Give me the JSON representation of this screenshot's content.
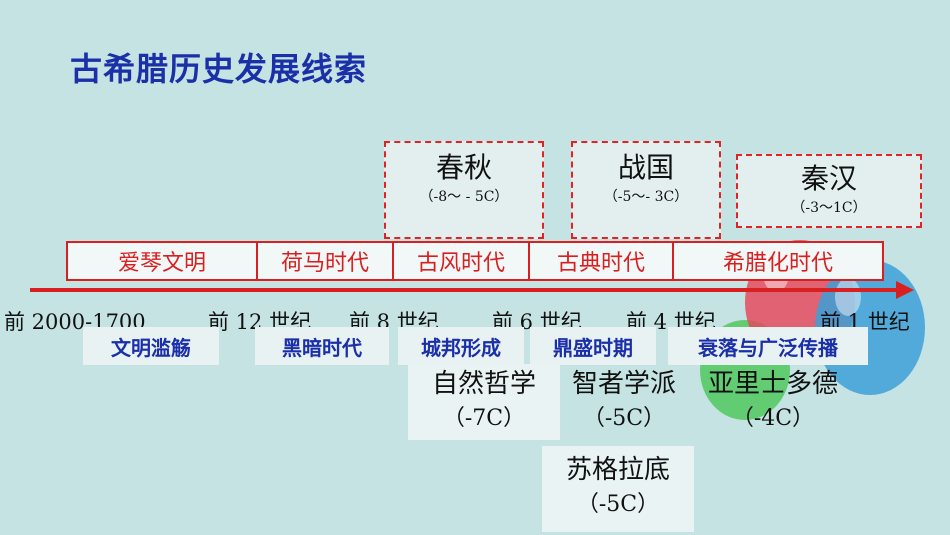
{
  "title": "古希腊历史发展线索",
  "dynasties": [
    {
      "name": "春秋",
      "period": "（-8～ - 5C）"
    },
    {
      "name": "战国",
      "period": "（-5～- 3C）"
    },
    {
      "name": "秦汉",
      "period": "（-3～1C）"
    }
  ],
  "eras": [
    "爱琴文明",
    "荷马时代",
    "古风时代",
    "古典时代",
    "希腊化时代"
  ],
  "ticks": [
    "前 2000-1700",
    "前 12 世纪",
    "前 8 世纪",
    "前 6 世纪",
    "前 4 世纪",
    "前 1 世纪"
  ],
  "characteristics": [
    "文明滥觞",
    "黑暗时代",
    "城邦形成",
    "鼎盛时期",
    "衰落与广泛传播"
  ],
  "philosophy": [
    {
      "name": "自然哲学",
      "year": "（-7C）"
    },
    {
      "name": "智者学派",
      "year": "（-5C）"
    },
    {
      "name": "亚里士多德",
      "year": "（-4C）"
    },
    {
      "name": "苏格拉底",
      "year": "（-5C）"
    }
  ],
  "colors": {
    "background": "#c5e3e2",
    "title": "#1a2fa8",
    "accent_red": "#d92020"
  }
}
